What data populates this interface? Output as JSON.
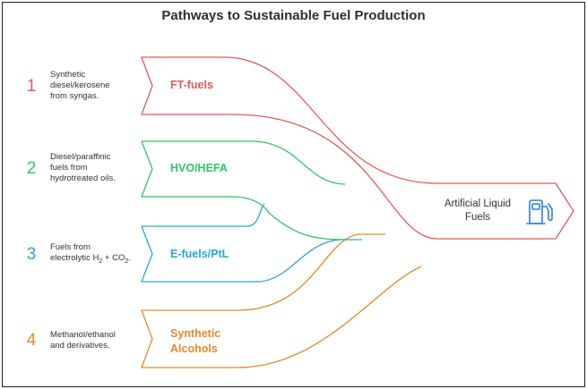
{
  "title": "Pathways to Sustainable Fuel Production",
  "pathways": [
    {
      "number": "1",
      "label": "FT-fuels",
      "description": [
        "Synthetic",
        "diesel/kerosene",
        "from syngas."
      ],
      "color": "#e05a5a"
    },
    {
      "number": "2",
      "label": "HVO/HEFA",
      "description": [
        "Diesel/paraffinic",
        "fuels from",
        "hydrotreated oils."
      ],
      "color": "#33c46a"
    },
    {
      "number": "3",
      "label": "E-fuels/PtL",
      "description_parts": [
        "Fuels from",
        "electrolytic H",
        "2",
        " + CO",
        "2",
        "."
      ],
      "color": "#2aa7d6"
    },
    {
      "number": "4",
      "label_lines": [
        "Synthetic",
        "Alcohols"
      ],
      "description": [
        "Methanol/ethanol",
        "and derivatives."
      ],
      "color": "#e58a2a"
    }
  ],
  "output": {
    "label_lines": [
      "Artificial Liquid",
      "Fuels"
    ],
    "icon": "fuel-pump-icon",
    "color": "#e05a5a",
    "icon_color": "#2a7fd4"
  }
}
